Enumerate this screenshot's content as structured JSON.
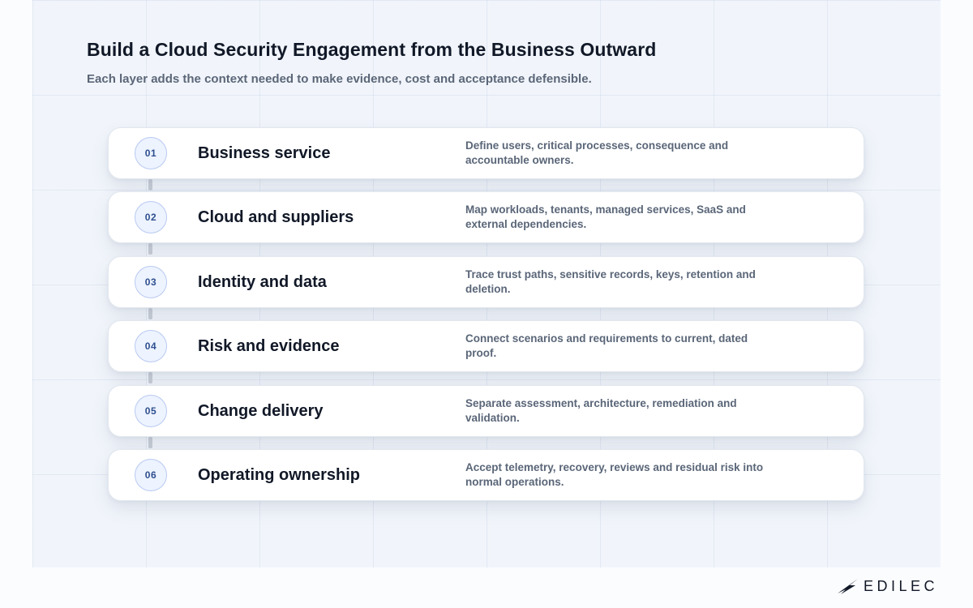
{
  "header": {
    "title": "Build a Cloud Security Engagement from the Business Outward",
    "subtitle": "Each layer adds the context needed to make evidence, cost and acceptance defensible."
  },
  "layers": [
    {
      "number": "01",
      "title": "Business service",
      "description": "Define users, critical processes, consequence and accountable owners."
    },
    {
      "number": "02",
      "title": "Cloud and suppliers",
      "description": "Map workloads, tenants, managed services, SaaS and external dependencies."
    },
    {
      "number": "03",
      "title": "Identity and data",
      "description": "Trace trust paths, sensitive records, keys, retention and deletion."
    },
    {
      "number": "04",
      "title": "Risk and evidence",
      "description": "Connect scenarios and requirements to current, dated proof."
    },
    {
      "number": "05",
      "title": "Change delivery",
      "description": "Separate assessment, architecture, remediation and validation."
    },
    {
      "number": "06",
      "title": "Operating ownership",
      "description": "Accept telemetry, recovery, reviews and residual risk into normal operations."
    }
  ],
  "brand": {
    "name": "EDILEC",
    "icon": "edilec-logo-icon"
  },
  "colors": {
    "badge_fill": "#edf3ff",
    "badge_border": "#b8c9f1",
    "badge_text": "#2f4f8f",
    "title_text": "#111827",
    "muted_text": "#5a6678"
  }
}
